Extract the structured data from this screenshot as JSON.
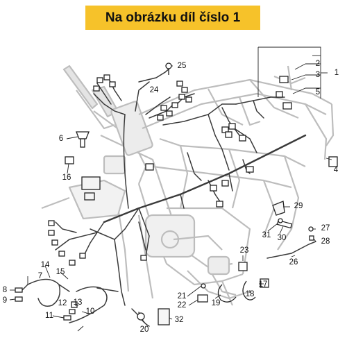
{
  "banner": {
    "text": "Na obrázku díl číslo 1"
  },
  "colors": {
    "banner": "#f6c22a",
    "frame": "#bdbdbd",
    "wire": "#3a3a3a"
  },
  "callouts": {
    "c1": "1",
    "c2": "2",
    "c3": "3",
    "c4": "4",
    "c5": "5",
    "c6": "6",
    "c7": "7",
    "c8": "8",
    "c9": "9",
    "c10": "10",
    "c11": "11",
    "c12": "12",
    "c13": "13",
    "c14": "14",
    "c15": "15",
    "c16": "16",
    "c17": "17",
    "c18": "18",
    "c19": "19",
    "c20": "20",
    "c21": "21",
    "c22": "22",
    "c23": "23",
    "c24": "24",
    "c25": "25",
    "c26": "26",
    "c27": "27",
    "c28": "28",
    "c29": "29",
    "c30": "30",
    "c31": "31",
    "c32": "32"
  }
}
